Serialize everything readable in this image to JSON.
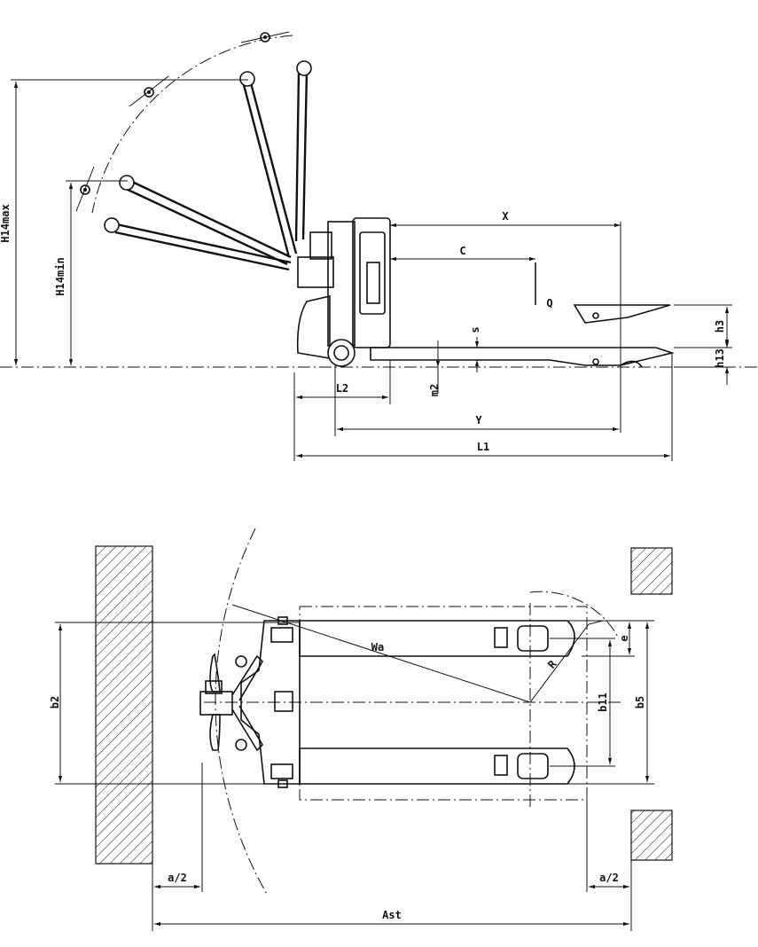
{
  "side_view": {
    "labels": {
      "h14max": "H14max",
      "h14min": "H14min",
      "x": "X",
      "c": "C",
      "q": "Q",
      "s": "s",
      "h3": "h3",
      "h13": "h13",
      "l2": "L2",
      "m2": "m2",
      "y": "Y",
      "l1": "L1"
    }
  },
  "top_view": {
    "labels": {
      "wa": "Wa",
      "r": "R",
      "e": "e",
      "b2": "b2",
      "b11": "b11",
      "b5": "b5",
      "a2_left": "a/2",
      "a2_right": "a/2",
      "ast": "Ast"
    }
  }
}
